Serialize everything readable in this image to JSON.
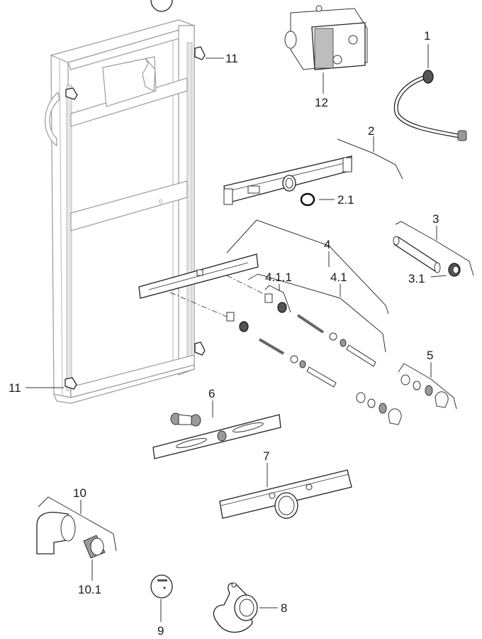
{
  "diagram": {
    "type": "exploded-parts-diagram",
    "subject": "installation frame element with components",
    "labels": {
      "p1": "1",
      "p2": "2",
      "p2_1": "2.1",
      "p3": "3",
      "p3_1": "3.1",
      "p4": "4",
      "p4_1": "4.1",
      "p4_1_1": "4.1.1",
      "p5": "5",
      "p6": "6",
      "p7": "7",
      "p8": "8",
      "p9": "9",
      "p10": "10",
      "p10_1": "10.1",
      "p11_top": "11",
      "p11_bottom": "11",
      "p12": "12"
    },
    "colors": {
      "outline": "#222222",
      "frame": "#9a9a9a",
      "background": "#ffffff"
    }
  }
}
